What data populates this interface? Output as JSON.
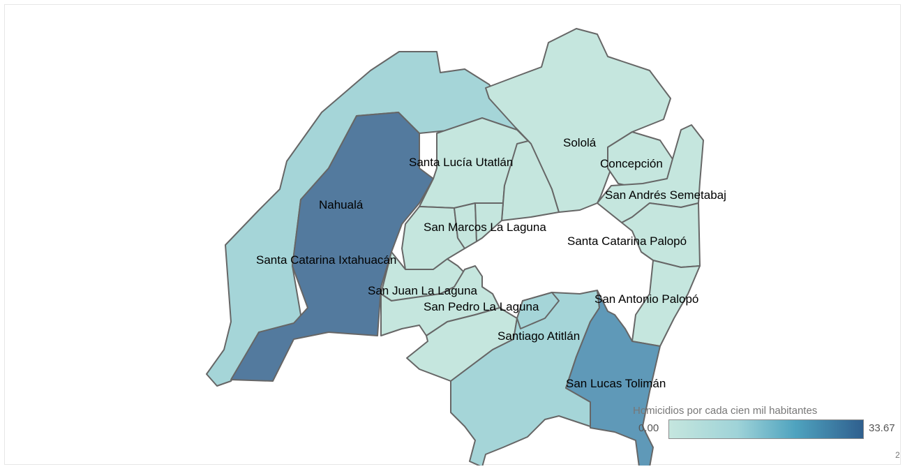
{
  "colors": {
    "low": "#c5e6de",
    "mid_light": "#a5d5d8",
    "mid": "#5f99b8",
    "high": "#537a9e",
    "border": "#666666"
  },
  "municipalities": [
    {
      "id": "solola",
      "name": "Sololá",
      "level": "low"
    },
    {
      "id": "concepcion",
      "name": "Concepción",
      "level": "low"
    },
    {
      "id": "san-andres-semetabaj",
      "name": "San Andrés Semetabaj",
      "level": "low"
    },
    {
      "id": "santa-catarina-palopo",
      "name": "Santa Catarina Palopó",
      "level": "low"
    },
    {
      "id": "san-antonio-palopo",
      "name": "San Antonio Palopó",
      "level": "low"
    },
    {
      "id": "santa-lucia-utatlan",
      "name": "Santa Lucía Utatlán",
      "level": "low"
    },
    {
      "id": "nahuala",
      "name": "Nahualá",
      "level": "high"
    },
    {
      "id": "santa-catarina-ixtahuacan",
      "name": "Santa Catarina Ixtahuacán",
      "level": "mid_light"
    },
    {
      "id": "san-marcos-la-laguna",
      "name": "San Marcos La Laguna",
      "level": "low"
    },
    {
      "id": "san-juan-la-laguna",
      "name": "San Juan La Laguna",
      "level": "low"
    },
    {
      "id": "san-pedro-la-laguna",
      "name": "San Pedro La Laguna",
      "level": "low"
    },
    {
      "id": "santiago-atitlan",
      "name": "Santiago Atitlán",
      "level": "mid_light"
    },
    {
      "id": "san-lucas-toliman",
      "name": "San Lucas Tolimán",
      "level": "mid"
    }
  ],
  "legend": {
    "title": "Homicidios por cada cien mil habitantes",
    "min": "0.00",
    "max": "33.67"
  },
  "corner_mark": "2"
}
